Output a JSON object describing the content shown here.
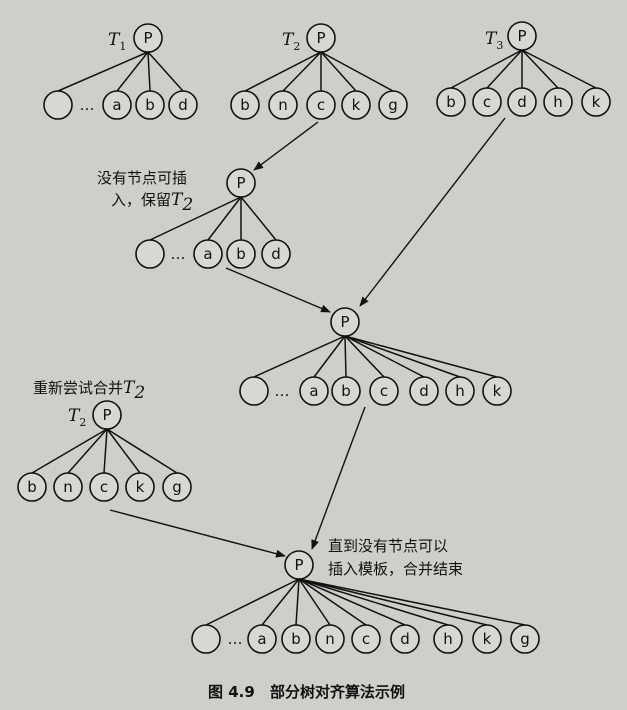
{
  "caption": {
    "number": "图 4.9",
    "title": "部分树对齐算法示例"
  },
  "trees": [
    {
      "id": "t1",
      "root": "P",
      "name": "T",
      "sub": "1",
      "children": [
        "",
        "…",
        "a",
        "b",
        "d"
      ]
    },
    {
      "id": "t2",
      "root": "P",
      "name": "T",
      "sub": "2",
      "children": [
        "b",
        "n",
        "c",
        "k",
        "g"
      ]
    },
    {
      "id": "t3",
      "root": "P",
      "name": "T",
      "sub": "3",
      "children": [
        "b",
        "c",
        "d",
        "h",
        "k"
      ]
    },
    {
      "id": "s1",
      "root": "P",
      "children": [
        "",
        "…",
        "a",
        "b",
        "d"
      ]
    },
    {
      "id": "s2",
      "root": "P",
      "children": [
        "",
        "…",
        "a",
        "b",
        "c",
        "d",
        "h",
        "k"
      ]
    },
    {
      "id": "t2b",
      "root": "P",
      "name": "T",
      "sub": "2",
      "children": [
        "b",
        "n",
        "c",
        "k",
        "g"
      ]
    },
    {
      "id": "fin",
      "root": "P",
      "children": [
        "",
        "…",
        "a",
        "b",
        "n",
        "c",
        "d",
        "h",
        "k",
        "g"
      ]
    }
  ],
  "notes": {
    "n1_line1": "没有节点可插",
    "n1_line2": "入，保留",
    "n1_tree": "T",
    "n1_sub": "2",
    "n2_line1": "重新尝试合并",
    "n2_tree": "T",
    "n2_sub": "2",
    "n3_line1": "直到没有节点可以",
    "n3_line2": "插入模板，合并结束"
  }
}
